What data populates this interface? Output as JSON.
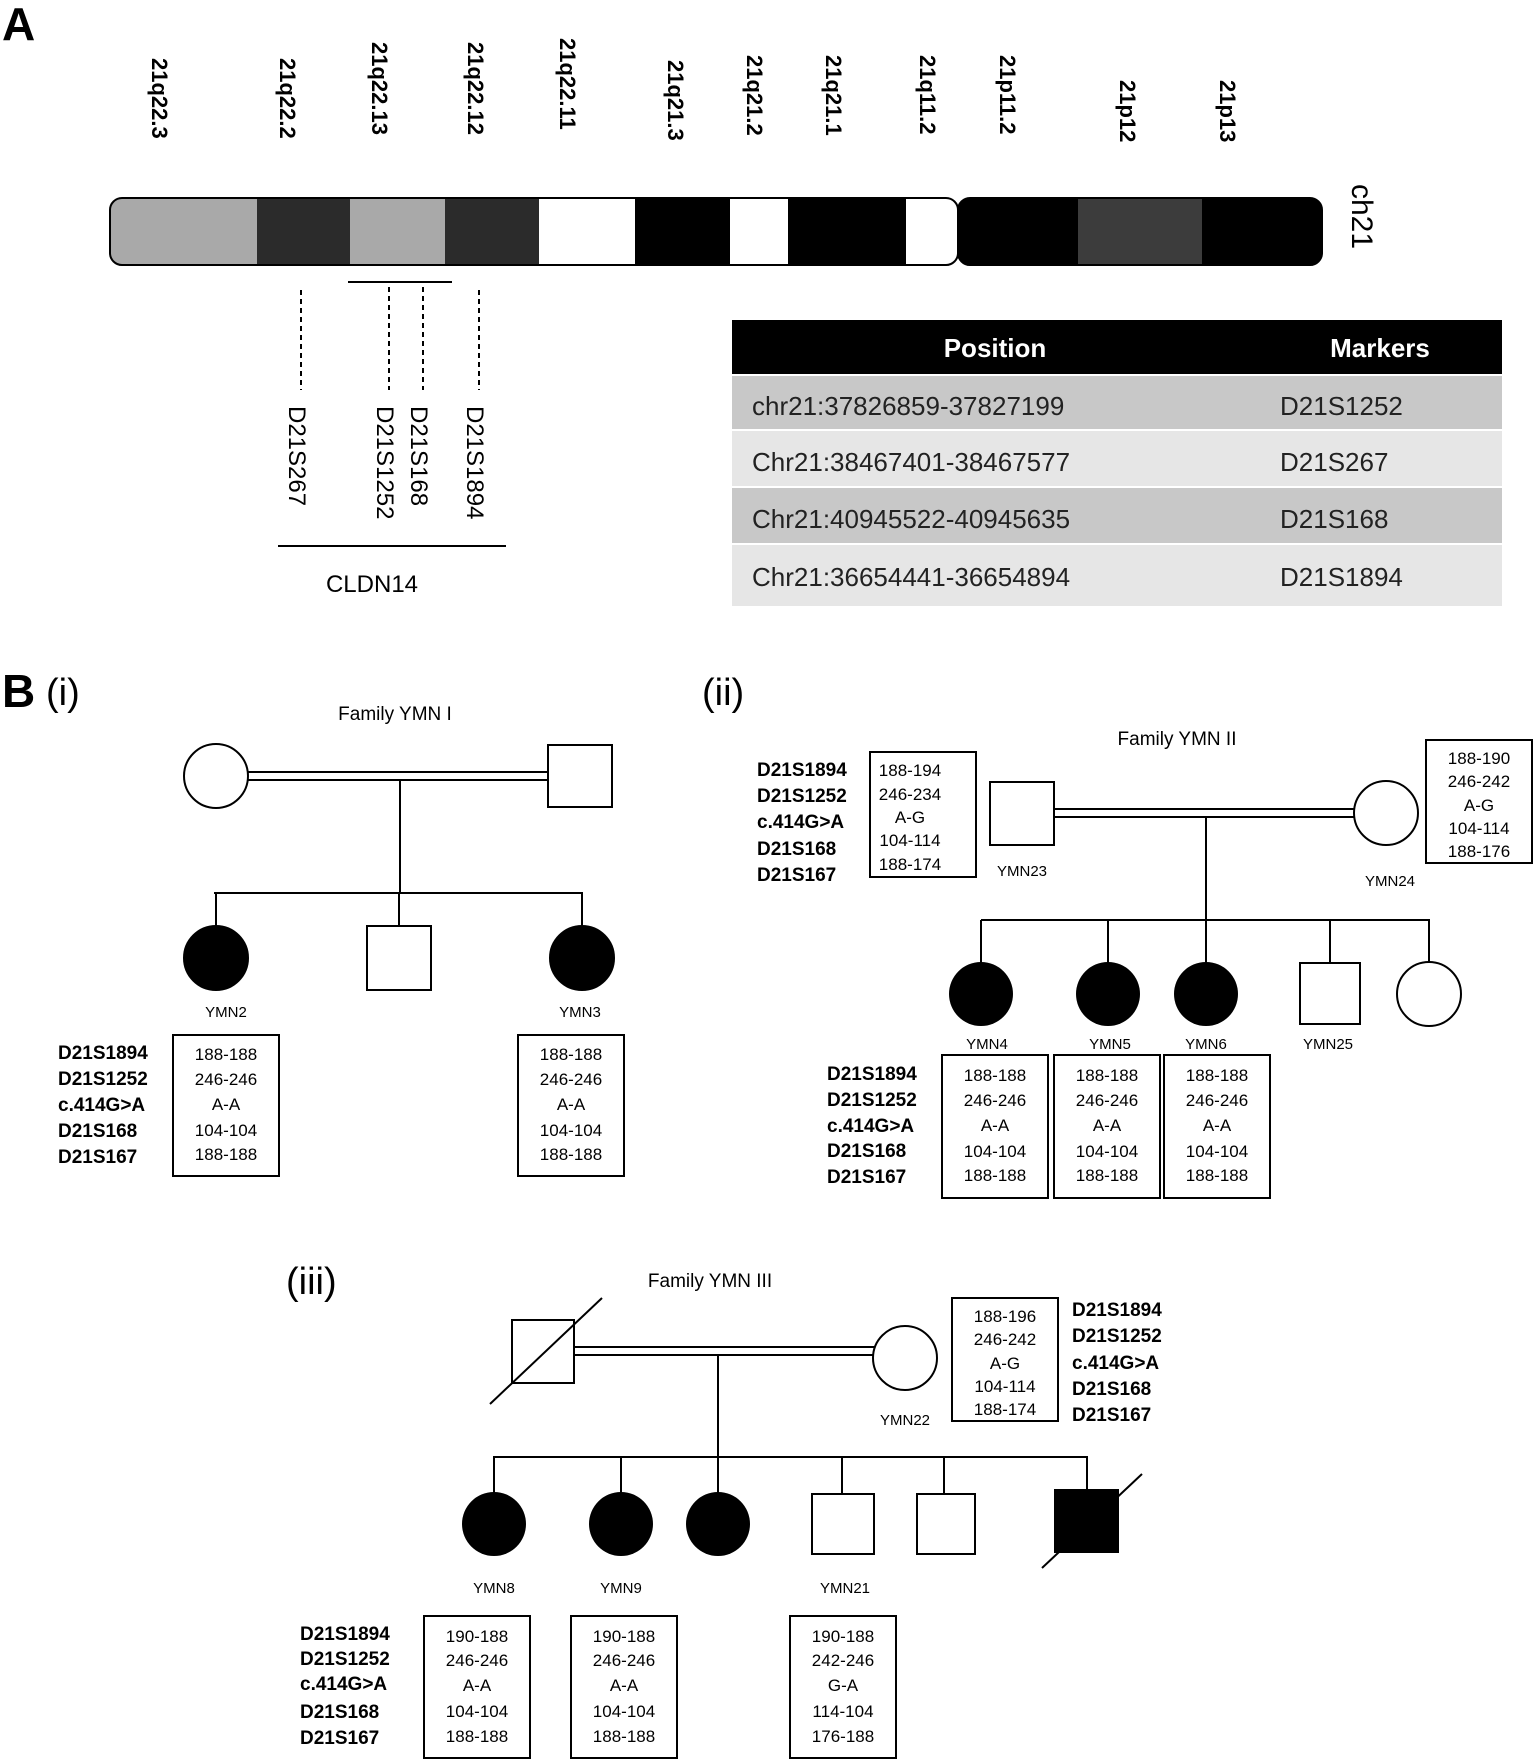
{
  "panels": {
    "a": "A",
    "b": "B"
  },
  "subpanels": {
    "i": "(i)",
    "ii": "(ii)",
    "iii": "(iii)"
  },
  "chromosome": {
    "label": "ch21",
    "bands": [
      {
        "name": "21q22.3",
        "color": "#a9a9a9"
      },
      {
        "name": "21q22.2",
        "color": "#2b2b2b"
      },
      {
        "name": "21q22.13",
        "color": "#a9a9a9"
      },
      {
        "name": "21q22.12",
        "color": "#2b2b2b"
      },
      {
        "name": "21q22.11",
        "color": "#ffffff"
      },
      {
        "name": "21q21.3",
        "color": "#000000"
      },
      {
        "name": "21q21.2",
        "color": "#ffffff"
      },
      {
        "name": "21q21.1",
        "color": "#000000"
      },
      {
        "name": "21q11.2",
        "color": "#ffffff"
      },
      {
        "name": "21p11.2",
        "color": "#000000"
      },
      {
        "name": "21p12",
        "color": "#3c3c3c"
      },
      {
        "name": "21p13",
        "color": "#000000"
      }
    ],
    "markers": [
      "D21S267",
      "D21S1252",
      "D21S168",
      "D21S1894"
    ],
    "gene": "CLDN14"
  },
  "marker_table": {
    "headers": [
      "Position",
      "Markers"
    ],
    "rows": [
      [
        "chr21:37826859-37827199",
        "D21S1252"
      ],
      [
        "Chr21:38467401-38467577",
        "D21S267"
      ],
      [
        "Chr21:40945522-40945635",
        "D21S168"
      ],
      [
        "Chr21:36654441-36654894",
        "D21S1894"
      ]
    ]
  },
  "hap_labels": [
    "D21S1894",
    "D21S1252",
    "c.414G>A",
    "D21S168",
    "D21S167"
  ],
  "family1": {
    "title": "Family YMN I",
    "ids": {
      "a": "YMN2",
      "b": "YMN3"
    },
    "haplotypes": {
      "ymn2": [
        "188-188",
        "246-246",
        "A-A",
        "104-104",
        "188-188"
      ],
      "ymn3": [
        "188-188",
        "246-246",
        "A-A",
        "104-104",
        "188-188"
      ]
    }
  },
  "family2": {
    "title": "Family YMN II",
    "ids": {
      "father": "YMN23",
      "mother": "YMN24",
      "c1": "YMN4",
      "c2": "YMN5",
      "c3": "YMN6",
      "c4": "YMN25"
    },
    "haplotypes": {
      "ymn23": [
        "188-194",
        "246-234",
        "A-G",
        "104-114",
        "188-174"
      ],
      "ymn24": [
        "188-190",
        "246-242",
        "A-G",
        "104-114",
        "188-176"
      ],
      "ymn4": [
        "188-188",
        "246-246",
        "A-A",
        "104-104",
        "188-188"
      ],
      "ymn5": [
        "188-188",
        "246-246",
        "A-A",
        "104-104",
        "188-188"
      ],
      "ymn6": [
        "188-188",
        "246-246",
        "A-A",
        "104-104",
        "188-188"
      ]
    }
  },
  "family3": {
    "title": "Family YMN III",
    "ids": {
      "mother": "YMN22",
      "c1": "YMN8",
      "c2": "YMN9",
      "c4": "YMN21"
    },
    "haplotypes": {
      "ymn22": [
        "188-196",
        "246-242",
        "A-G",
        "104-114",
        "188-174"
      ],
      "ymn8": [
        "190-188",
        "246-246",
        "A-A",
        "104-104",
        "188-188"
      ],
      "ymn9": [
        "190-188",
        "246-246",
        "A-A",
        "104-104",
        "188-188"
      ],
      "ymn21": [
        "190-188",
        "242-246",
        "G-A",
        "114-104",
        "176-188"
      ]
    }
  }
}
